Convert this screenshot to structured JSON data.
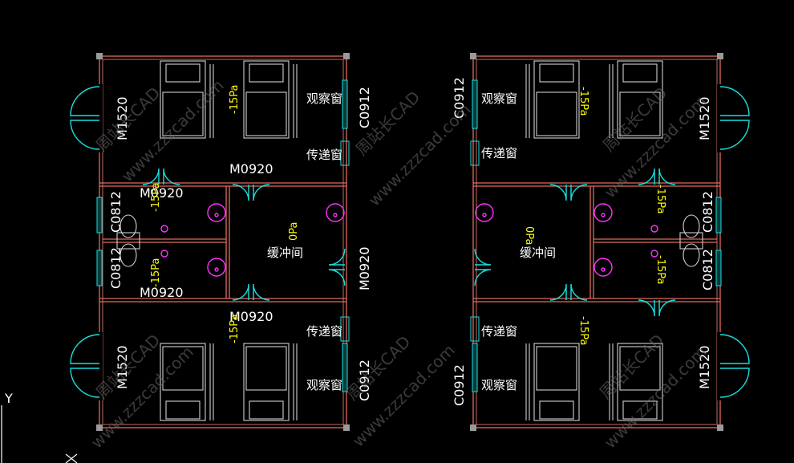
{
  "labels": {
    "door_m1520": "M1520",
    "door_m0920": "M0920",
    "window_c0912": "C0912",
    "window_c0812": "C0812",
    "observation_window": "观察窗",
    "pass_window": "传递窗",
    "buffer_room": "缓冲间",
    "pressure_neg15": "-15Pa",
    "pressure_zero": "0Pa"
  },
  "watermark": {
    "site": "www.zzzcad.com",
    "brand": "周站长CAD"
  },
  "axis": {
    "y": "Y",
    "x": "X"
  },
  "colors": {
    "background": "#000000",
    "wall": "#e06b5f",
    "door": "#17e0e0",
    "text": "#ffffff",
    "pressure": "#ffff00",
    "fixture": "#ff33ff",
    "furniture": "#d0d0d0"
  }
}
